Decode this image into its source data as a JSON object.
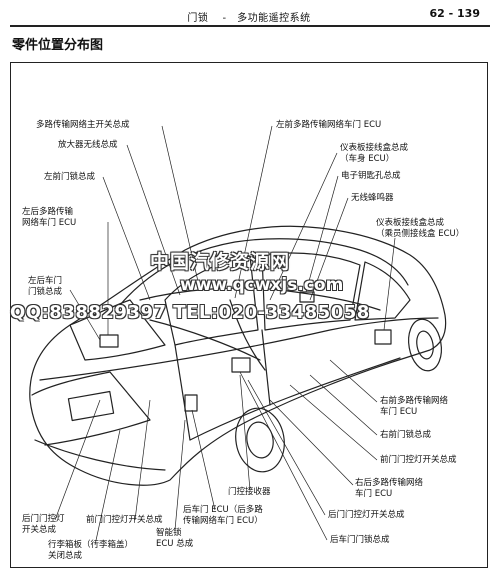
{
  "header": {
    "title": "门锁　 -　多功能遥控系统",
    "page_number": "62 - 139"
  },
  "section_title": "零件位置分布图",
  "labels": {
    "main_switch": "多路传输网络主开关总成",
    "amplifier_antenna": "放大器无线总成",
    "fl_lock": "左前门锁总成",
    "rl_ecu": "左后多路传输\n网络车门 ECU",
    "rl_lock": "左后车门\n门锁总成",
    "fl_door_ecu": "左前多路传输网络车门 ECU",
    "instrument_jb_driver": "仪表板接线盒总成\n（车身 ECU）",
    "key_cylinder": "电子钥匙孔总成",
    "buzzer": "无线蜂鸣器",
    "instrument_jb_passenger": "仪表板接线盒总成\n（乘员侧接线盒 ECU）",
    "fr_door_ecu": "右前多路传输网络\n车门 ECU",
    "fr_lock": "右前门锁总成",
    "front_courtesy": "前门门控灯开关总成",
    "rr_door_ecu": "右后多路传输网络\n车门 ECU",
    "rear_courtesy_r": "后门门控灯开关总成",
    "rr_lock": "后车门门锁总成",
    "receiver": "门控接收器",
    "rear_door_ecu": "后车门 ECU（后多路\n传输网络车门 ECU）",
    "smart_lock": "智能锁\nECU 总成",
    "front_courtesy_l": "前门门控灯开关总成",
    "rear_courtesy_l": "后门门控灯\n开关总成",
    "trunk_switch": "行李箱板（行李箱盖）\n关闭总成"
  },
  "watermark": {
    "line1": "中国汽修资源网",
    "line2": "www.qcwxjs.com",
    "line3": "QQ:838829397 TEL:020-33485058"
  }
}
